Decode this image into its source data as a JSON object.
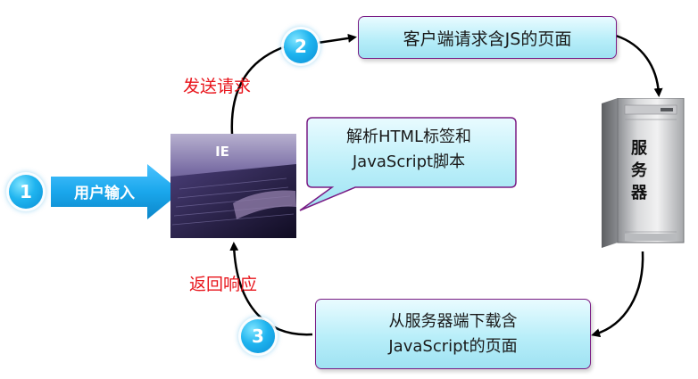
{
  "steps": {
    "one": "1",
    "two": "2",
    "three": "3"
  },
  "user_input": {
    "label": "用户输入",
    "arrow_color": "#1aa7ec"
  },
  "browser": {
    "label": "IE"
  },
  "callout": {
    "text": "解析HTML标签和\nJavaScript脚本"
  },
  "request_box": {
    "text": "客户端请求含JS的页面"
  },
  "download_box": {
    "text": "从服务器端下载含\nJavaScript的页面"
  },
  "labels": {
    "send_request": "发送请求",
    "return_response": "返回响应"
  },
  "server": {
    "label": "服务器"
  },
  "colors": {
    "accent_blue": "#1aa7ec",
    "label_red": "#e8141b",
    "box_border": "#7a1b84",
    "box_fill": "#b8eef9"
  }
}
